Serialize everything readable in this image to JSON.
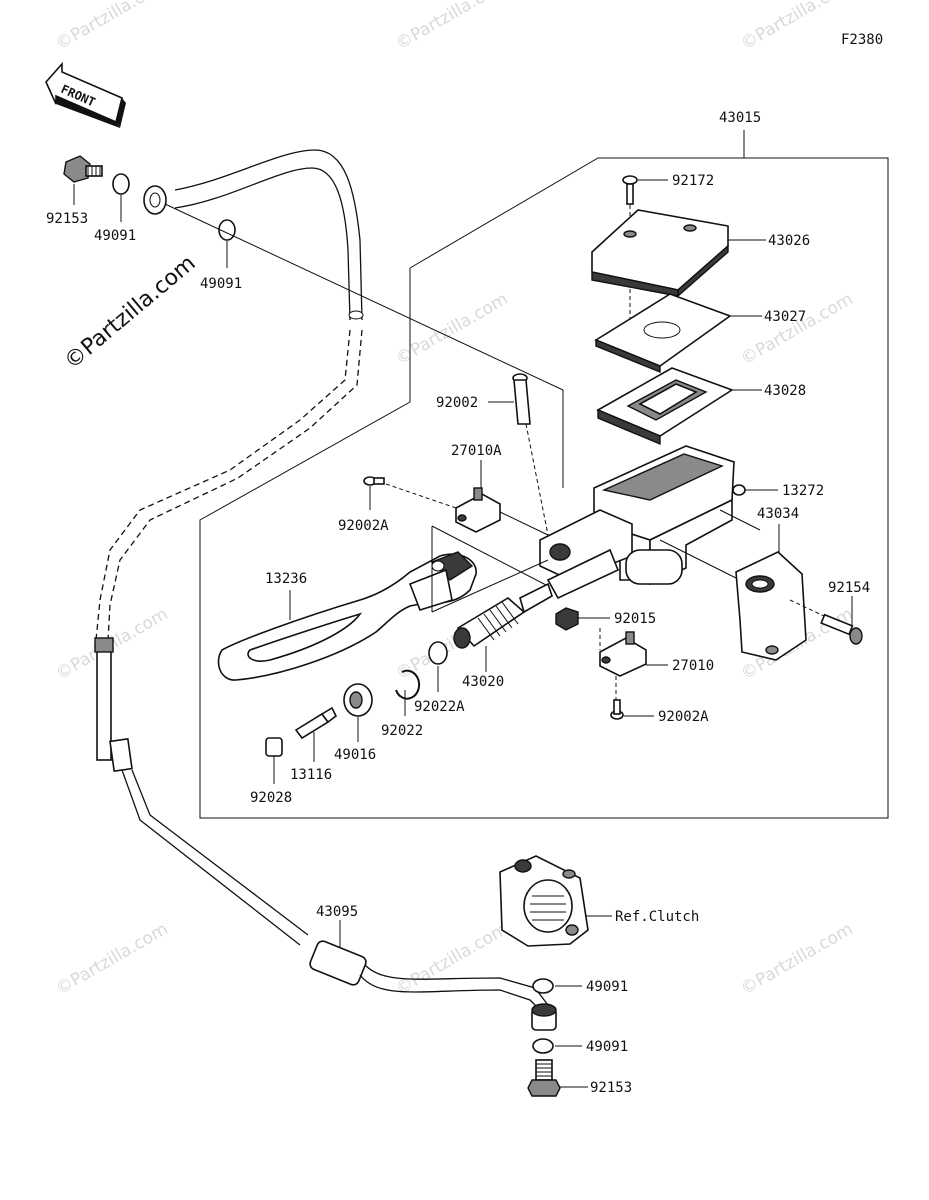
{
  "figure_code": "F2380",
  "front_label": "FRONT",
  "watermark": "©Partzilla.com",
  "labels": {
    "p43015": "43015",
    "p92172": "92172",
    "p43026": "43026",
    "p43027": "43027",
    "p43028": "43028",
    "p92002": "92002",
    "p27010A": "27010A",
    "p13272": "13272",
    "p43034": "43034",
    "p92002A_a": "92002A",
    "p92154": "92154",
    "p13236": "13236",
    "p92015": "92015",
    "p27010": "27010",
    "p43020": "43020",
    "p92022A": "92022A",
    "p92022": "92022",
    "p49016": "49016",
    "p92002A_b": "92002A",
    "p13116": "13116",
    "p92028": "92028",
    "p92153_top": "92153",
    "p49091_a": "49091",
    "p49091_b": "49091",
    "p43095": "43095",
    "ref_clutch": "Ref.Clutch",
    "p49091_c": "49091",
    "p49091_d": "49091",
    "p92153_bot": "92153"
  }
}
